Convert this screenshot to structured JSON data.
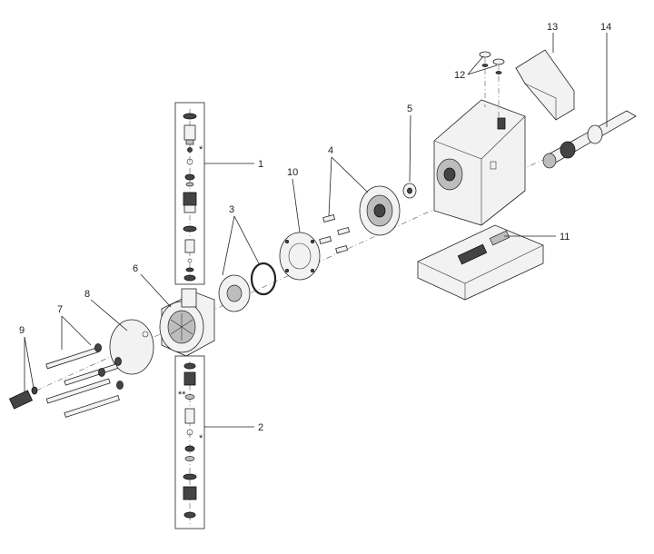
{
  "callouts": [
    {
      "id": "c1",
      "text": "1"
    },
    {
      "id": "c2",
      "text": "2"
    },
    {
      "id": "c3",
      "text": "3"
    },
    {
      "id": "c4",
      "text": "4"
    },
    {
      "id": "c5",
      "text": "5"
    },
    {
      "id": "c6",
      "text": "6"
    },
    {
      "id": "c7",
      "text": "7"
    },
    {
      "id": "c8",
      "text": "8"
    },
    {
      "id": "c9",
      "text": "9"
    },
    {
      "id": "c10",
      "text": "10"
    },
    {
      "id": "c11",
      "text": "11"
    },
    {
      "id": "c12",
      "text": "12"
    },
    {
      "id": "c13",
      "text": "13"
    },
    {
      "id": "c14",
      "text": "14"
    }
  ],
  "markers": {
    "asterisk": "*",
    "double_asterisk": "**"
  }
}
